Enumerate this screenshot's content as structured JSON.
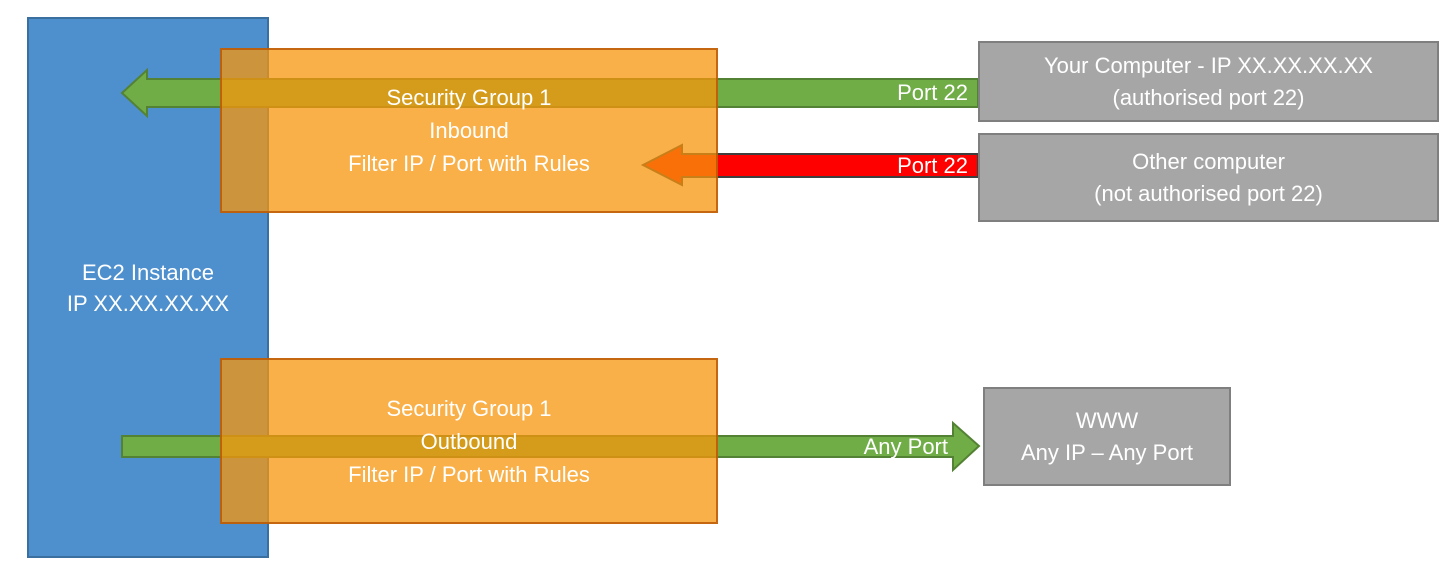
{
  "diagram": {
    "title": "EC2 Security Group inbound/outbound filtering",
    "ec2": {
      "line1": "EC2 Instance",
      "line2": "IP XX.XX.XX.XX"
    },
    "sg_inbound": {
      "line1": "Security Group 1",
      "line2": "Inbound",
      "line3": "Filter IP / Port with Rules"
    },
    "sg_outbound": {
      "line1": "Security Group 1",
      "line2": "Outbound",
      "line3": "Filter IP / Port with Rules"
    },
    "your_computer": {
      "line1": "Your Computer - IP XX.XX.XX.XX",
      "line2": "(authorised port 22)"
    },
    "other_computer": {
      "line1": "Other computer",
      "line2": "(not authorised port 22)"
    },
    "www": {
      "line1": "WWW",
      "line2": "Any IP – Any Port"
    },
    "arrows": {
      "inbound_allowed_label": "Port 22",
      "inbound_blocked_label": "Port 22",
      "outbound_label": "Any Port"
    },
    "colors": {
      "ec2_fill": "#4e8fcd",
      "ec2_border": "#3a6fa0",
      "security_group_fill": "#f7950c",
      "security_group_border": "#b65200",
      "allowed_arrow_fill": "#70ad47",
      "allowed_arrow_border": "#548235",
      "blocked_arrow_fill": "#ff0000",
      "blocked_arrow_border": "#3f3f3f",
      "endpoint_fill": "#a6a6a6",
      "endpoint_border": "#7f7f7f"
    }
  }
}
